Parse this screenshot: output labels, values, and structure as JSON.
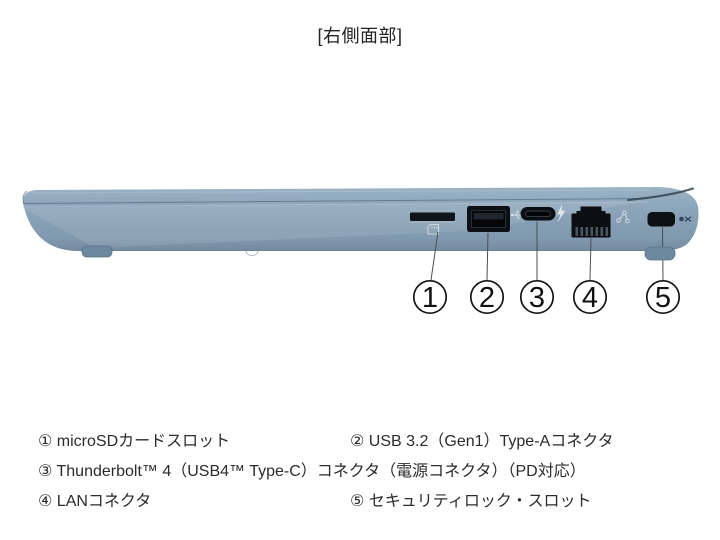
{
  "title": "[右側面部]",
  "diagram": {
    "callouts": [
      "1",
      "2",
      "3",
      "4",
      "5"
    ],
    "icons": [
      "sd-card-icon",
      "usb-icon",
      "thunderbolt-icon",
      "network-icon",
      "lock-icon"
    ],
    "laptop_body_color": "#8BA4B9",
    "port_color": "#0C0F13"
  },
  "legend": {
    "items": [
      "① microSDカードスロット",
      "② USB 3.2（Gen1）Type-Aコネクタ",
      "③ Thunderbolt™ 4（USB4™ Type-C）コネクタ（電源コネクタ）（PD対応）",
      "④ LANコネクタ",
      "⑤ セキュリティロック・スロット"
    ]
  }
}
